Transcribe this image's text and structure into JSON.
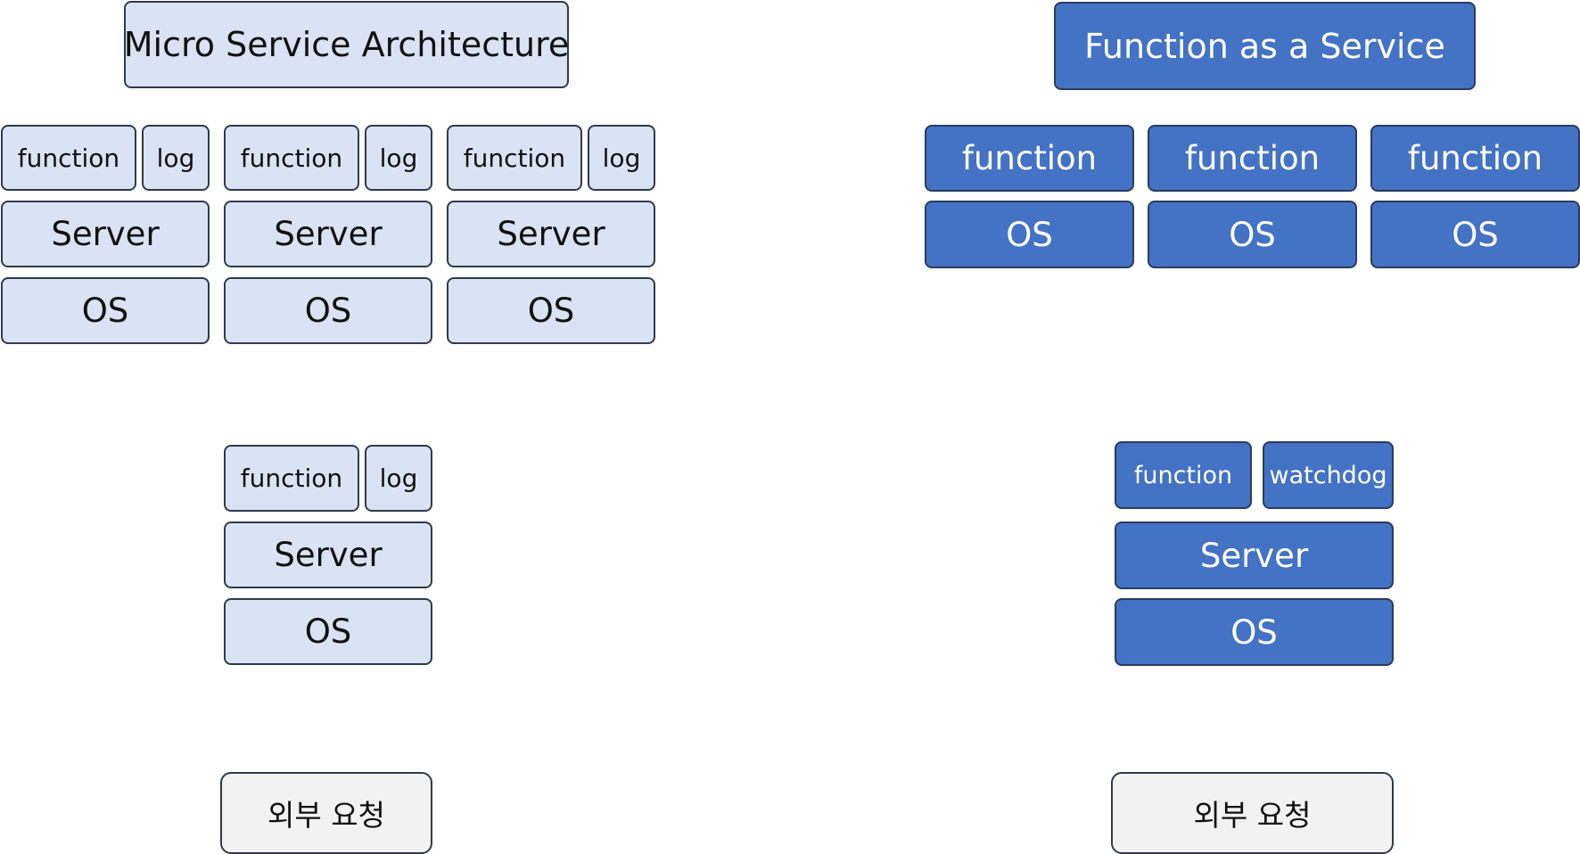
{
  "left": {
    "title": "Micro Service Architecture",
    "stacks": [
      {
        "function": "function",
        "log": "log",
        "server": "Server",
        "os": "OS"
      },
      {
        "function": "function",
        "log": "log",
        "server": "Server",
        "os": "OS"
      },
      {
        "function": "function",
        "log": "log",
        "server": "Server",
        "os": "OS"
      }
    ],
    "single": {
      "function": "function",
      "log": "log",
      "server": "Server",
      "os": "OS"
    },
    "request": "외부 요청"
  },
  "right": {
    "title": "Function as a Service",
    "stacks": [
      {
        "function": "function",
        "os": "OS"
      },
      {
        "function": "function",
        "os": "OS"
      },
      {
        "function": "function",
        "os": "OS"
      }
    ],
    "single": {
      "function": "function",
      "watchdog": "watchdog",
      "server": "Server",
      "os": "OS"
    },
    "request": "외부 요청"
  },
  "colors": {
    "light_fill": "#dae3f3",
    "dark_fill": "#4472c4",
    "request_fill": "#f2f2f2",
    "border": "#2f3a4a"
  }
}
